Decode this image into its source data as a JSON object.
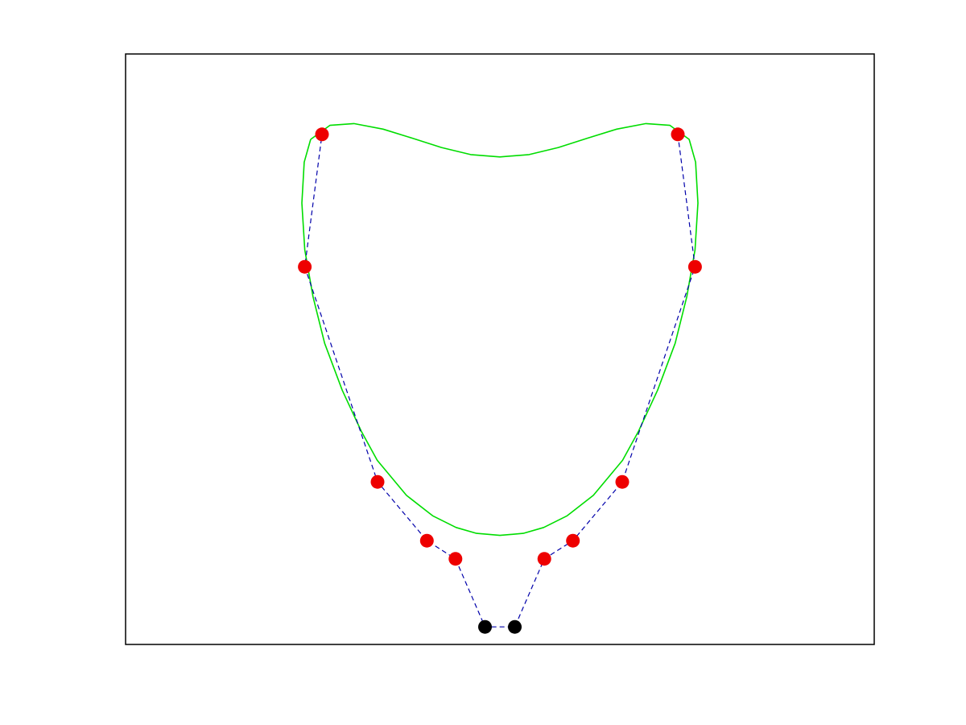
{
  "chart_data": {
    "type": "scatter",
    "title": "",
    "xlabel": "",
    "ylabel": "",
    "axes_visible": false,
    "grid": false,
    "xlim": [
      -1.0,
      1.0
    ],
    "ylim": [
      -1.0,
      1.0
    ],
    "series": [
      {
        "kind": "curve",
        "style": "solid",
        "color": "#00dd00",
        "points": [
          [
            -0.648,
            0.718
          ],
          [
            -0.582,
            0.766
          ],
          [
            -0.5,
            0.772
          ],
          [
            -0.4,
            0.753
          ],
          [
            -0.3,
            0.722
          ],
          [
            -0.2,
            0.69
          ],
          [
            -0.1,
            0.666
          ],
          [
            0.0,
            0.658
          ],
          [
            0.1,
            0.666
          ],
          [
            0.2,
            0.69
          ],
          [
            0.3,
            0.722
          ],
          [
            0.4,
            0.753
          ],
          [
            0.5,
            0.772
          ],
          [
            0.582,
            0.766
          ],
          [
            0.648,
            0.718
          ],
          [
            0.67,
            0.64
          ],
          [
            0.678,
            0.5
          ],
          [
            0.668,
            0.34
          ],
          [
            0.64,
            0.18
          ],
          [
            0.6,
            0.02
          ],
          [
            0.54,
            -0.14
          ],
          [
            0.475,
            -0.28
          ],
          [
            0.42,
            -0.38
          ],
          [
            0.32,
            -0.5
          ],
          [
            0.23,
            -0.57
          ],
          [
            0.15,
            -0.61
          ],
          [
            0.08,
            -0.63
          ],
          [
            0.0,
            -0.637
          ],
          [
            -0.08,
            -0.63
          ],
          [
            -0.15,
            -0.61
          ],
          [
            -0.23,
            -0.57
          ],
          [
            -0.32,
            -0.5
          ],
          [
            -0.42,
            -0.38
          ],
          [
            -0.475,
            -0.28
          ],
          [
            -0.54,
            -0.14
          ],
          [
            -0.6,
            0.02
          ],
          [
            -0.64,
            0.18
          ],
          [
            -0.668,
            0.34
          ],
          [
            -0.678,
            0.5
          ],
          [
            -0.67,
            0.64
          ],
          [
            -0.648,
            0.718
          ]
        ]
      },
      {
        "kind": "control-polygon",
        "style": "dashed",
        "color": "#0000aa",
        "points": [
          [
            0.609,
            0.735
          ],
          [
            0.668,
            0.282
          ],
          [
            0.419,
            -0.454
          ],
          [
            0.25,
            -0.655
          ],
          [
            0.152,
            -0.717
          ],
          [
            0.051,
            -0.95
          ],
          [
            -0.051,
            -0.95
          ],
          [
            -0.152,
            -0.717
          ],
          [
            -0.25,
            -0.655
          ],
          [
            -0.419,
            -0.454
          ],
          [
            -0.668,
            0.282
          ],
          [
            -0.609,
            0.735
          ]
        ]
      },
      {
        "kind": "points",
        "color": "#ee0000",
        "points": [
          [
            -0.609,
            0.735
          ],
          [
            -0.668,
            0.282
          ],
          [
            -0.419,
            -0.454
          ],
          [
            -0.25,
            -0.655
          ],
          [
            -0.152,
            -0.717
          ],
          [
            0.152,
            -0.717
          ],
          [
            0.25,
            -0.655
          ],
          [
            0.419,
            -0.454
          ],
          [
            0.668,
            0.282
          ],
          [
            0.609,
            0.735
          ]
        ]
      },
      {
        "kind": "points",
        "color": "#000000",
        "points": [
          [
            -0.051,
            -0.95
          ],
          [
            0.051,
            -0.95
          ]
        ]
      }
    ]
  }
}
